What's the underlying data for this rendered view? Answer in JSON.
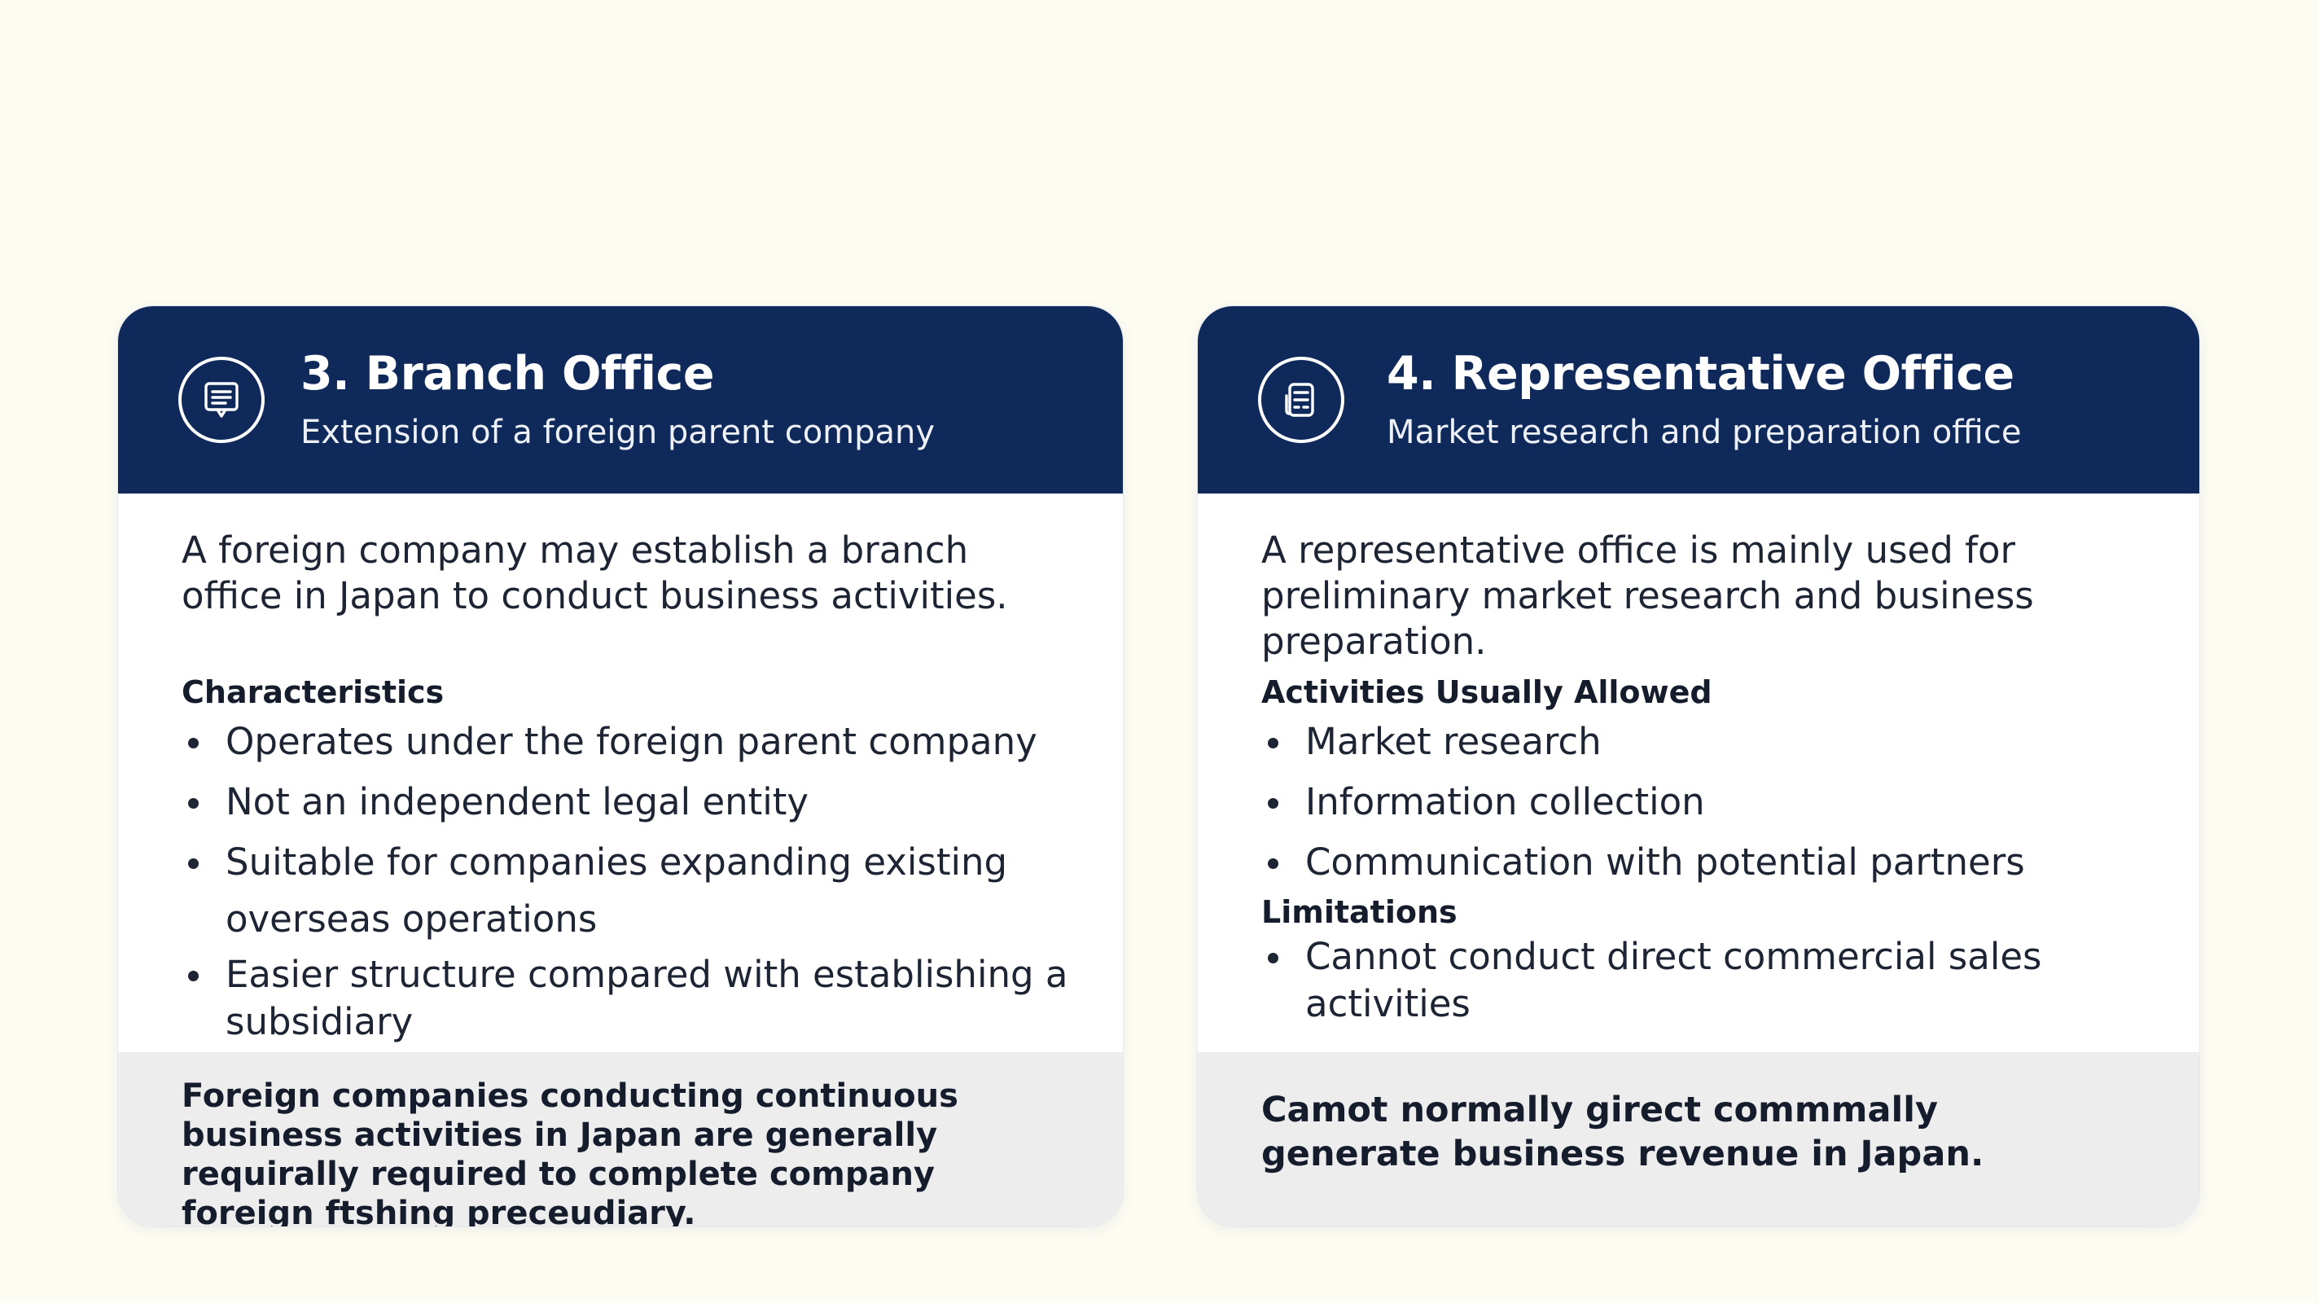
{
  "colors": {
    "background": "#fcfcf3",
    "header": "#0f2a5a",
    "card": "#ffffff",
    "footer": "#ededee",
    "text": "#1d2433"
  },
  "branch": {
    "icon": "chat-bubble-icon",
    "title": "3. Branch Office",
    "subtitle": "Extension of a foreign parent company",
    "intro": "A foreign company may establish a branch office in Japan to conduct business activities.",
    "characteristics_heading": "Characteristics",
    "characteristics": [
      "Operates under the foreign parent company",
      "Not an independent legal entity",
      "Suitable for companies expanding existing overseas operations",
      "Easier structure compared with establishing a subsidiary"
    ],
    "footer": "Foreign companies conducting continuous business activities in Japan are generally requirally required to complete company foreign ftshing preceudiary."
  },
  "representative": {
    "icon": "document-stack-icon",
    "title": "4. Representative Office",
    "subtitle": "Market research and preparation office",
    "intro": "A representative office is mainly used for preliminary market research and business preparation.",
    "activities_heading": "Activities Usually Allowed",
    "activities": [
      "Market research",
      "Information collection",
      "Communication with potential partners"
    ],
    "limitations_heading": "Limitations",
    "limitations": [
      "Cannot conduct direct commercial sales activities"
    ],
    "footer": "Camot normally girect commmally generate business revenue in Japan."
  }
}
